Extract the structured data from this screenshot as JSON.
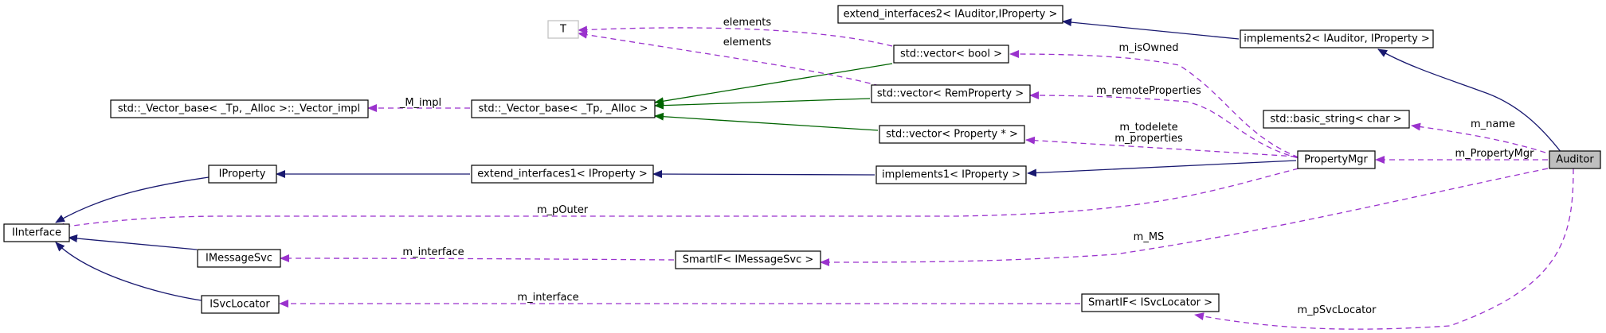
{
  "nodes": {
    "auditor": "Auditor",
    "property_mgr": "PropertyMgr",
    "implements2": "implements2< IAuditor, IProperty >",
    "extend_interfaces2": "extend_interfaces2< IAuditor,IProperty >",
    "basic_string": "std::basic_string< char >",
    "vector_bool": "std::vector< bool >",
    "t": "T",
    "vector_remprop": "std::vector< RemProperty >",
    "vector_propptr": "std::vector< Property * >",
    "vector_base": "std::_Vector_base< _Tp, _Alloc >",
    "vector_impl": "std::_Vector_base< _Tp, _Alloc >::_Vector_impl",
    "implements1": "implements1< IProperty >",
    "extend_interfaces1": "extend_interfaces1< IProperty >",
    "iproperty": "IProperty",
    "iinterface": "IInterface",
    "imessagesvc": "IMessageSvc",
    "smartif_msgsvc": "SmartIF< IMessageSvc >",
    "isvclocator": "ISvcLocator",
    "smartif_svcloc": "SmartIF< ISvcLocator >"
  },
  "edge_labels": {
    "elements_bool": "elements",
    "elements_remprop": "elements",
    "m_impl": "_M_impl",
    "m_isowned": "m_isOwned",
    "m_remoteproperties": "m_remoteProperties",
    "m_todelete": "m_todelete",
    "m_properties": "m_properties",
    "m_name": "m_name",
    "m_propertymgr": "m_PropertyMgr",
    "m_pouter": "m_pOuter",
    "m_ms": "m_MS",
    "m_interface_msgsvc": "m_interface",
    "m_interface_svcloc": "m_interface",
    "m_psvclocator": "m_pSvcLocator"
  },
  "colors": {
    "inheritance": "#191970",
    "template_instance": "#006400",
    "usage": "#9a32cd",
    "focus_fill": "#bfbfbf",
    "grey_border": "#bfbfbf"
  }
}
